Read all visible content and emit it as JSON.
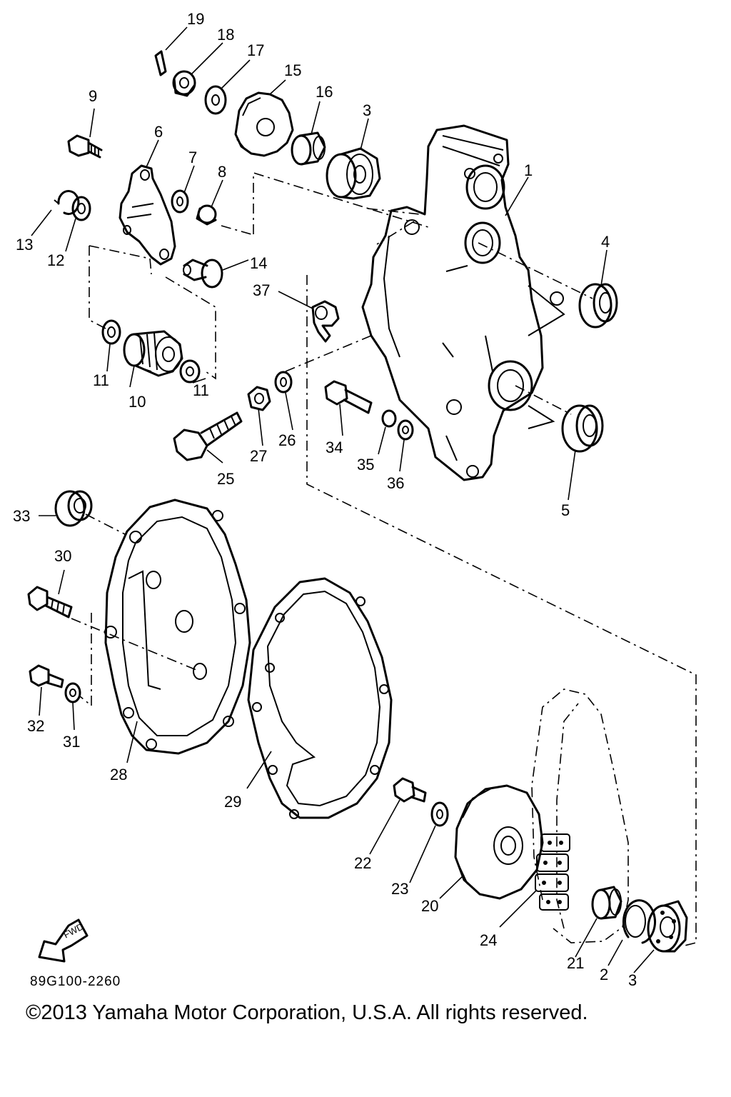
{
  "diagram_code": "89G100-2260",
  "copyright": "©2013 Yamaha Motor Corporation, U.S.A. All rights reserved.",
  "fwd_label": "FWD",
  "callouts": [
    "1",
    "2",
    "3",
    "3",
    "4",
    "5",
    "6",
    "7",
    "8",
    "9",
    "10",
    "11",
    "11",
    "12",
    "13",
    "14",
    "15",
    "16",
    "17",
    "18",
    "19",
    "20",
    "21",
    "22",
    "23",
    "24",
    "25",
    "26",
    "27",
    "28",
    "29",
    "30",
    "31",
    "32",
    "33",
    "34",
    "35",
    "36",
    "37"
  ]
}
